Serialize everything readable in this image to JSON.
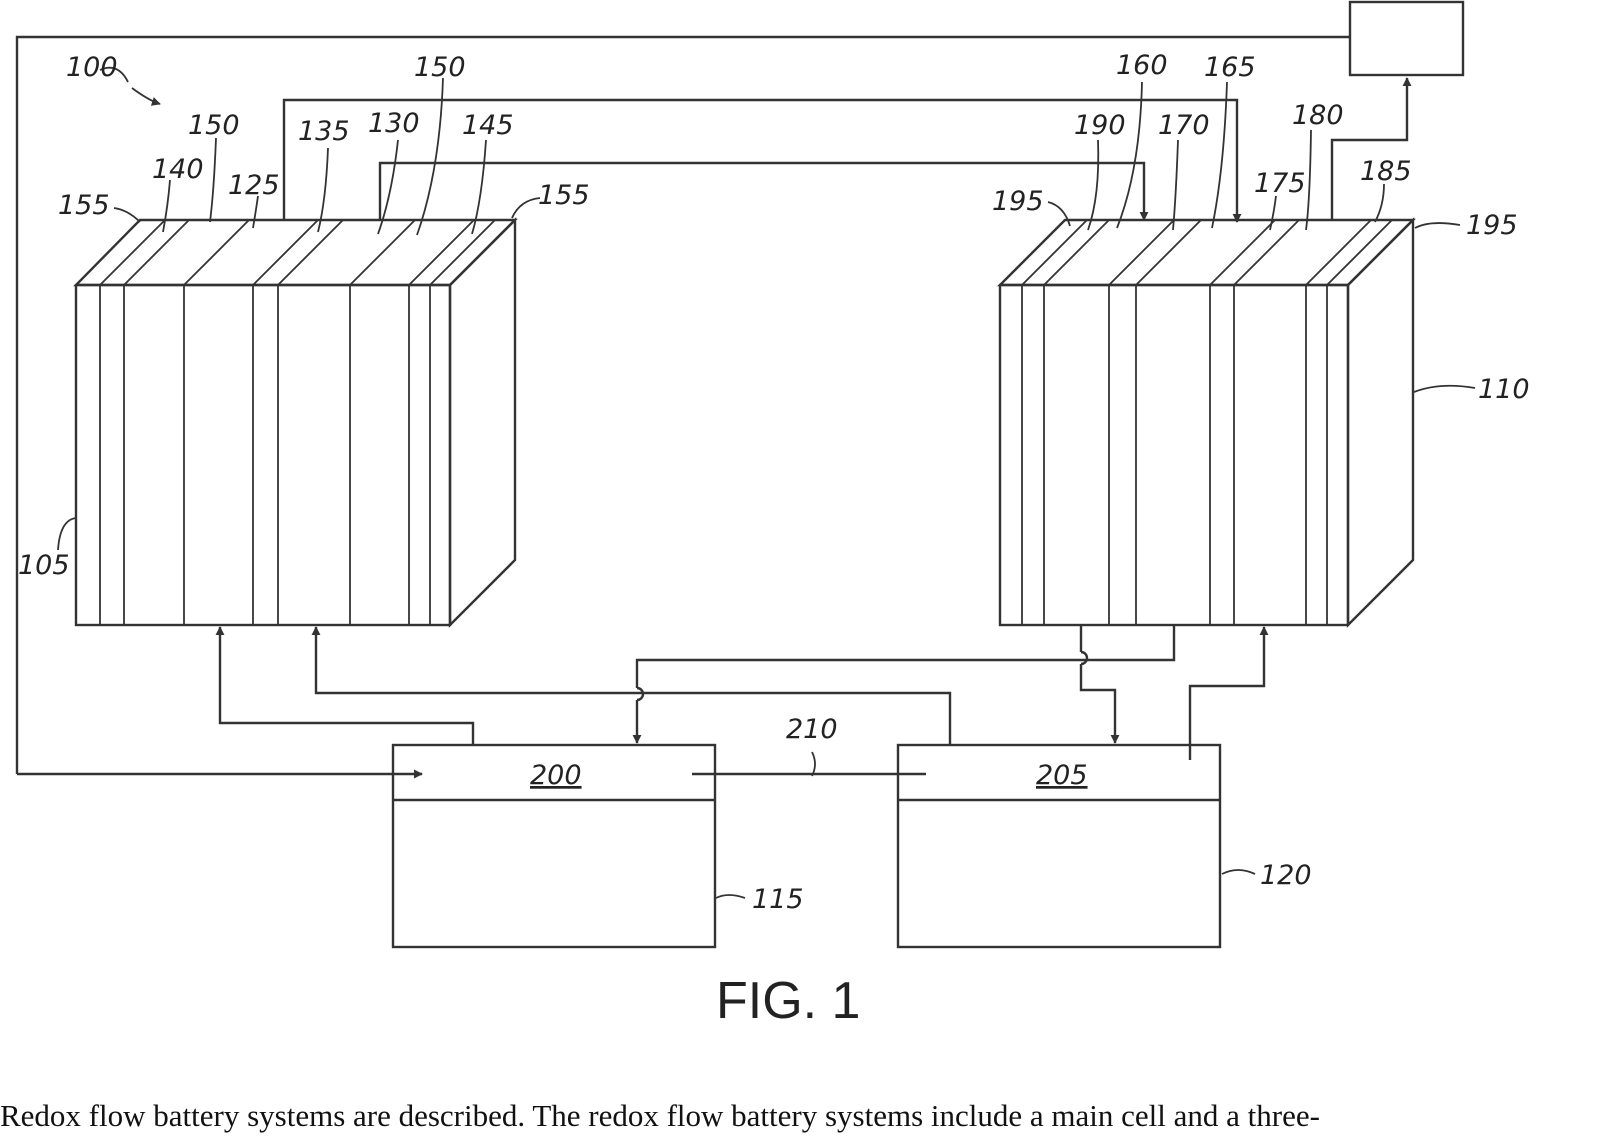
{
  "figure": {
    "caption": "FIG. 1",
    "tank_labels": {
      "left": "200",
      "right": "205"
    },
    "reference_numerals": {
      "system": "100",
      "left_cell": "105",
      "right_cell": "110",
      "left_tank": "115",
      "right_tank": "120",
      "connector": "210",
      "left_cell_parts": [
        "155",
        "140",
        "150",
        "125",
        "135",
        "130",
        "150",
        "145",
        "155"
      ],
      "right_cell_parts": [
        "195",
        "190",
        "160",
        "170",
        "165",
        "175",
        "180",
        "185",
        "195"
      ]
    }
  },
  "body_text": "Redox flow battery systems are described. The redox flow battery systems include a main cell and a three-"
}
